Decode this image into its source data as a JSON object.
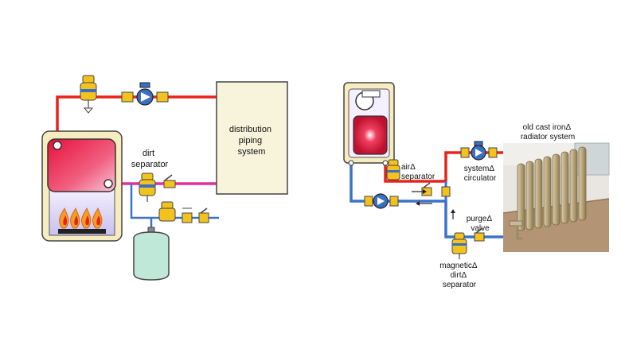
{
  "labels": {
    "distribution": [
      "distribution",
      "piping",
      "system"
    ],
    "dirt_separator": [
      "dirt",
      "separator"
    ],
    "air_separator": [
      "airΔ",
      "separator"
    ],
    "system_circulator": [
      "systemΔ",
      "circulator"
    ],
    "radiator_system": [
      "old cast ironΔ",
      "radiator system"
    ],
    "purge_valve": [
      "purgeΔ",
      "valve"
    ],
    "magnetic_dirt_separator": [
      "magneticΔ",
      "dirtΔ",
      "separator"
    ]
  },
  "colors": {
    "supply_pipe": "#e8231c",
    "return_pipe": "#3a73c9",
    "separator_pipe": "#e0309a",
    "boiler_body": "#f6ecc0",
    "heat_exchanger": "#e8304a",
    "flame": "#f0a020",
    "expansion_tank": "#bfe8d8",
    "valve_yellow": "#f2c21e",
    "circulator_blue": "#3a6fc4",
    "radiator": "#b9a57a"
  },
  "icons": {
    "pump": "circulator-pump-icon",
    "air_separator": "air-separator-icon",
    "valve": "ball-valve-icon",
    "flame": "burner-flame-icon",
    "tank": "expansion-tank-icon"
  }
}
